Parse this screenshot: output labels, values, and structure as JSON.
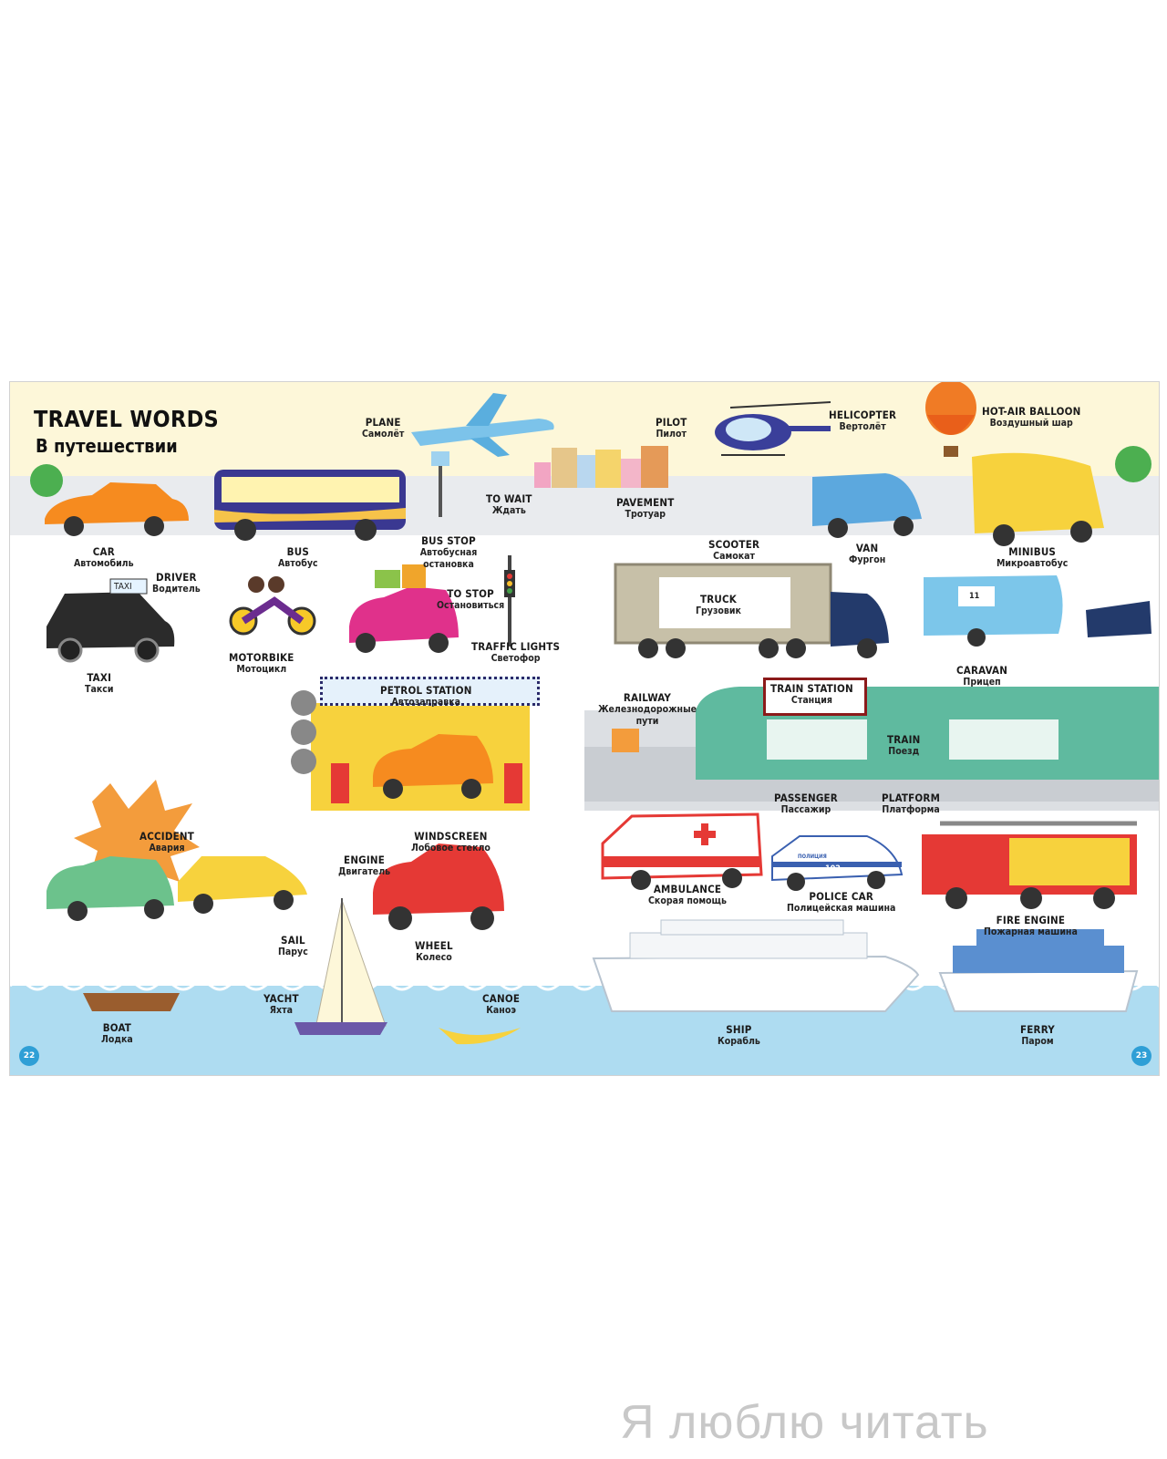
{
  "title": {
    "en": "TRAVEL WORDS",
    "ru": "В путешествии"
  },
  "labels": {
    "plane": {
      "en": "PLANE",
      "ru": "Самолёт"
    },
    "pilot": {
      "en": "PILOT",
      "ru": "Пилот"
    },
    "helicopter": {
      "en": "HELICOPTER",
      "ru": "Вертолёт"
    },
    "balloon": {
      "en": "HOT-AIR BALLOON",
      "ru": "Воздушный шар"
    },
    "to_wait": {
      "en": "TO WAIT",
      "ru": "Ждать"
    },
    "pavement": {
      "en": "PAVEMENT",
      "ru": "Тротуар"
    },
    "car": {
      "en": "CAR",
      "ru": "Автомобиль"
    },
    "bus": {
      "en": "BUS",
      "ru": "Автобус"
    },
    "bus_stop": {
      "en": "BUS STOP",
      "ru": "Автобусная остановка"
    },
    "scooter": {
      "en": "SCOOTER",
      "ru": "Самокат"
    },
    "van": {
      "en": "VAN",
      "ru": "Фургон"
    },
    "minibus": {
      "en": "MINIBUS",
      "ru": "Микроавтобус"
    },
    "driver": {
      "en": "DRIVER",
      "ru": "Водитель"
    },
    "to_stop": {
      "en": "TO STOP",
      "ru": "Остановиться"
    },
    "truck": {
      "en": "TRUCK",
      "ru": "Грузовик"
    },
    "traffic_lights": {
      "en": "TRAFFIC LIGHTS",
      "ru": "Светофор"
    },
    "motorbike": {
      "en": "MOTORBIKE",
      "ru": "Мотоцикл"
    },
    "taxi": {
      "en": "TAXI",
      "ru": "Такси"
    },
    "caravan": {
      "en": "CARAVAN",
      "ru": "Прицеп"
    },
    "petrol_station": {
      "en": "PETROL STATION",
      "ru": "Автозаправка"
    },
    "railway": {
      "en": "RAILWAY",
      "ru": "Железнодорожные пути"
    },
    "train_station": {
      "en": "TRAIN STATION",
      "ru": "Станция"
    },
    "train": {
      "en": "TRAIN",
      "ru": "Поезд"
    },
    "passenger": {
      "en": "PASSENGER",
      "ru": "Пассажир"
    },
    "platform": {
      "en": "PLATFORM",
      "ru": "Платформа"
    },
    "accident": {
      "en": "ACCIDENT",
      "ru": "Авария"
    },
    "windscreen": {
      "en": "WINDSCREEN",
      "ru": "Лобовое стекло"
    },
    "engine": {
      "en": "ENGINE",
      "ru": "Двигатель"
    },
    "ambulance": {
      "en": "AMBULANCE",
      "ru": "Скорая помощь"
    },
    "police_car": {
      "en": "POLICE CAR",
      "ru": "Полицейская машина"
    },
    "fire_engine": {
      "en": "FIRE ENGINE",
      "ru": "Пожарная машина"
    },
    "sail": {
      "en": "SAIL",
      "ru": "Парус"
    },
    "wheel": {
      "en": "WHEEL",
      "ru": "Колесо"
    },
    "yacht": {
      "en": "YACHT",
      "ru": "Яхта"
    },
    "canoe": {
      "en": "CANOE",
      "ru": "Каноэ"
    },
    "boat": {
      "en": "BOAT",
      "ru": "Лодка"
    },
    "ship": {
      "en": "SHIP",
      "ru": "Корабль"
    },
    "ferry": {
      "en": "FERRY",
      "ru": "Паром"
    }
  },
  "signs": {
    "taxi_sign": "TAXI",
    "police_text": "ПОЛИЦИЯ",
    "police_number": "102",
    "caravan_number": "11"
  },
  "page_numbers": {
    "left": "22",
    "right": "23"
  },
  "watermark": "Я люблю читать",
  "colors": {
    "sky": "#fdf7d9",
    "road": "#e9ebee",
    "water": "#aedcf1",
    "page_badge": "#2f9fd6"
  }
}
